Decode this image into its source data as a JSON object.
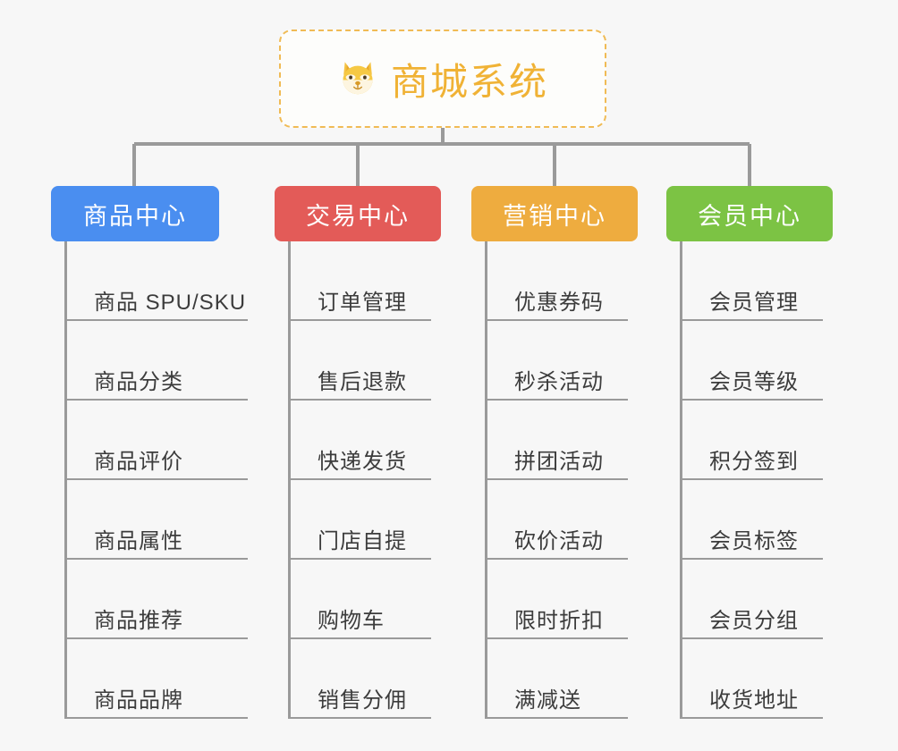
{
  "root": {
    "icon": "dog-face-emoji",
    "title": "商城系统"
  },
  "colors": {
    "root_border": "#f0bb55",
    "root_text": "#f0b235",
    "connector": "#9a9a9a",
    "background": "#f7f7f7",
    "leaf_text": "#3c3c3c"
  },
  "columns": [
    {
      "label": "商品中心",
      "color": "#4a8ef0",
      "items": [
        {
          "label": "商品 SPU/SKU"
        },
        {
          "label": "商品分类"
        },
        {
          "label": "商品评价"
        },
        {
          "label": "商品属性"
        },
        {
          "label": "商品推荐"
        },
        {
          "label": "商品品牌"
        }
      ]
    },
    {
      "label": "交易中心",
      "color": "#e35b58",
      "items": [
        {
          "label": "订单管理"
        },
        {
          "label": "售后退款"
        },
        {
          "label": "快递发货"
        },
        {
          "label": "门店自提"
        },
        {
          "label": "购物车"
        },
        {
          "label": "销售分佣"
        }
      ]
    },
    {
      "label": "营销中心",
      "color": "#eeac3f",
      "items": [
        {
          "label": "优惠券码"
        },
        {
          "label": "秒杀活动"
        },
        {
          "label": "拼团活动"
        },
        {
          "label": "砍价活动"
        },
        {
          "label": "限时折扣"
        },
        {
          "label": "满减送"
        }
      ]
    },
    {
      "label": "会员中心",
      "color": "#7cc344",
      "items": [
        {
          "label": "会员管理"
        },
        {
          "label": "会员等级"
        },
        {
          "label": "积分签到"
        },
        {
          "label": "会员标签"
        },
        {
          "label": "会员分组"
        },
        {
          "label": "收货地址"
        }
      ]
    }
  ]
}
